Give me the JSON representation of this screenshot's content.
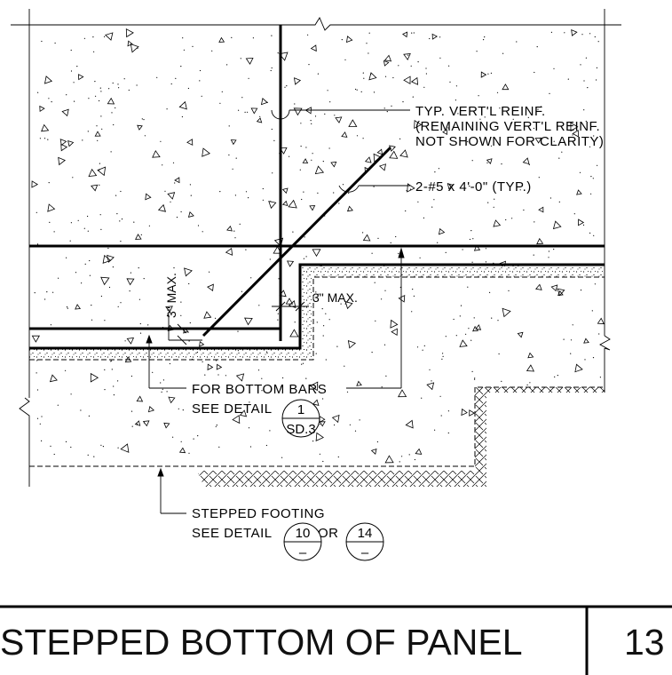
{
  "notes": {
    "vert_reinf_line1": "TYP. VERT'L REINF.",
    "vert_reinf_line2": "(REMAINING VERT'L REINF.",
    "vert_reinf_line3": "NOT SHOWN FOR CLARITY)",
    "dowel": "2-#5 x 4'-0\" (TYP.)",
    "bottom_bars_line1": "FOR BOTTOM BARS",
    "bottom_bars_line2": "SEE DETAIL",
    "footing_line1": "STEPPED FOOTING",
    "footing_line2": "SEE DETAIL",
    "or": "OR"
  },
  "dimensions": {
    "horizontal": "3\" MAX.",
    "vertical": "3\" MAX."
  },
  "detail_refs": {
    "bottom_bars": {
      "number": "1",
      "sheet": "SD.3"
    },
    "footing_a": {
      "number": "10",
      "sheet": "–"
    },
    "footing_b": {
      "number": "14",
      "sheet": "–"
    }
  },
  "title_block": {
    "title": "STEPPED BOTTOM OF PANEL",
    "detail_number": "13"
  }
}
